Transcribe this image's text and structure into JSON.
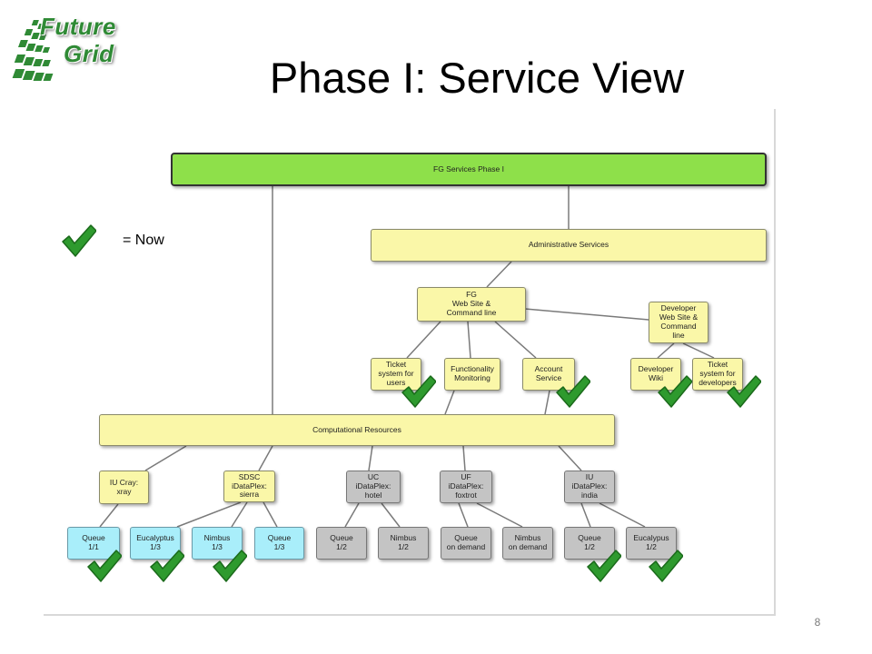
{
  "logo": {
    "line1": "Future",
    "line2": "Grid"
  },
  "title": "Phase I: Service View",
  "legend": {
    "label": "= Now"
  },
  "page_number": "8",
  "colors": {
    "root": "#8ee04a",
    "yellow": "#faf7a8",
    "cyan": "#a9eefa",
    "gray": "#c4c4c4",
    "check": "#2e9a2e"
  },
  "nodes": {
    "root": "FG Services Phase I",
    "admin": "Administrative Services",
    "web": "FG\nWeb Site &\nCommand line",
    "dev": "Developer\nWeb Site &\nCommand\nline",
    "ticket_users": "Ticket\nsystem for\nusers",
    "func_mon": "Functionality\nMonitoring",
    "account": "Account\nService",
    "dev_wiki": "Developer\nWiki",
    "ticket_dev": "Ticket\nsystem for\ndevelopers",
    "comp": "Computational Resources",
    "iu_cray": "IU Cray:\nxray",
    "sdsc": "SDSC\niDataPlex:\nsierra",
    "uc": "UC\niDataPlex:\nhotel",
    "uf": "UF\niDataPlex:\nfoxtrot",
    "iu": "IU\niDataPlex:\nindia",
    "queue_11": "Queue\n1/1",
    "euc_13": "Eucalyptus\n1/3",
    "nimbus_13": "Nimbus\n1/3",
    "queue_13": "Queue\n1/3",
    "queue_12_uc": "Queue\n1/2",
    "nimbus_12": "Nimbus\n1/2",
    "queue_ondemand": "Queue\non demand",
    "nimbus_ondemand": "Nimbus\non demand",
    "queue_12_iu": "Queue\n1/2",
    "euc_12": "Eucalypus\n1/2"
  }
}
